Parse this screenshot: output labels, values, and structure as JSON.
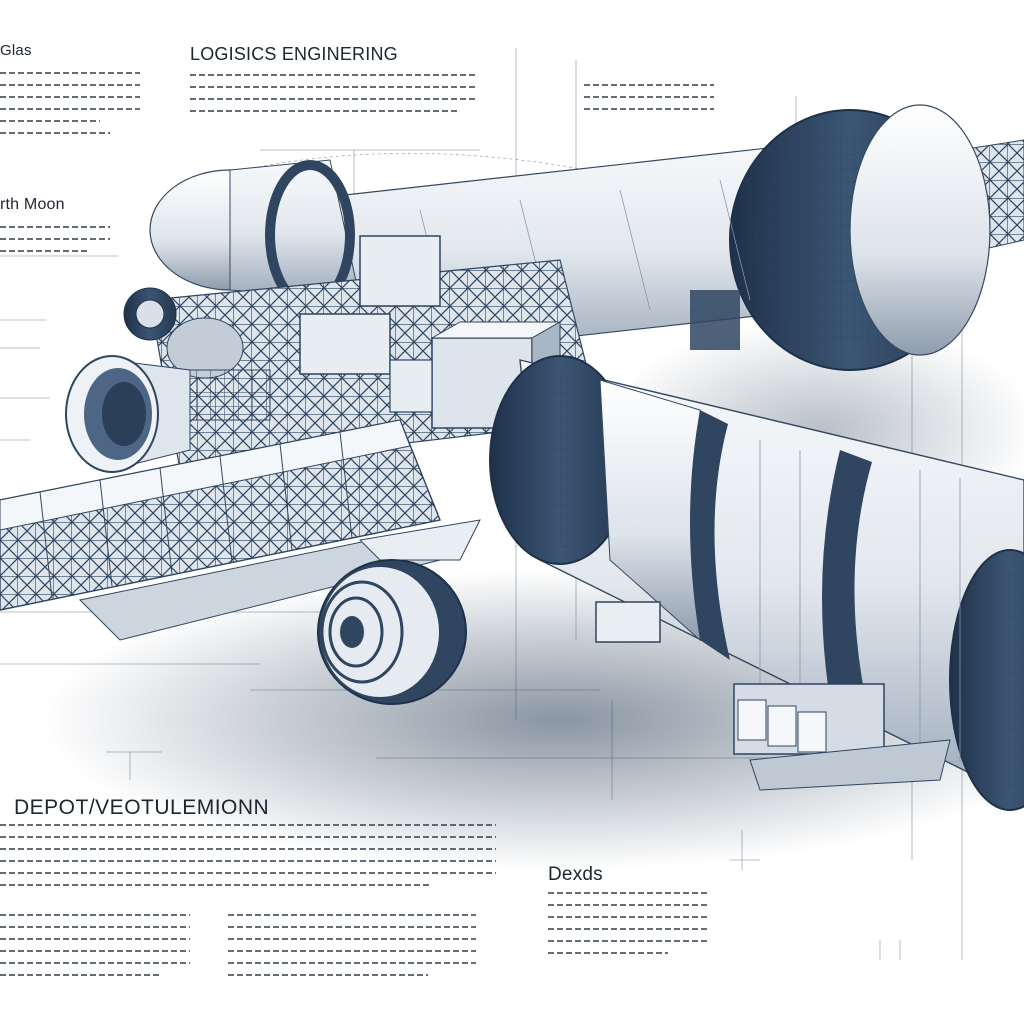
{
  "headings": {
    "title": "LOGISICS ENGINERING",
    "glas": "Glas",
    "moon": "rth Moon",
    "depot": "DEPOT/VEOTULEMIONN",
    "dexds": "Dexds"
  },
  "colors": {
    "background": "#ffffff",
    "hull": "#e6eaf0",
    "hull_shadow": "#b9c3cf",
    "dark_blue": "#2f4560",
    "line": "#34495f",
    "text": "#1d2530"
  },
  "icons": [
    "space-station-icon",
    "wheel-icon",
    "engine-nozzle-icon"
  ]
}
